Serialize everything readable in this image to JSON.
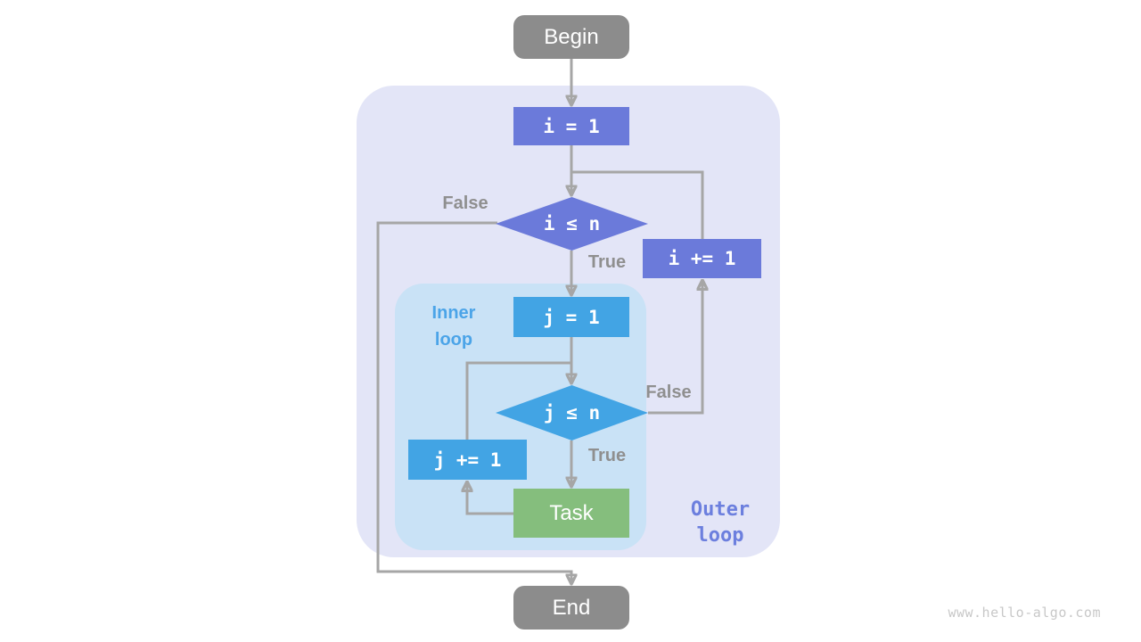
{
  "nodes": {
    "begin": {
      "label": "Begin",
      "color": "#8C8C8C"
    },
    "i_init": {
      "label": "i = 1",
      "color": "#6B7ADA"
    },
    "i_cond": {
      "label": "i ≤ n",
      "color": "#6B7ADA"
    },
    "i_inc": {
      "label": "i += 1",
      "color": "#6B7ADA"
    },
    "j_init": {
      "label": "j = 1",
      "color": "#42A4E4"
    },
    "j_cond": {
      "label": "j ≤ n",
      "color": "#42A4E4"
    },
    "j_inc": {
      "label": "j += 1",
      "color": "#42A4E4"
    },
    "task": {
      "label": "Task",
      "color": "#85BE7D"
    },
    "end": {
      "label": "End",
      "color": "#8C8C8C"
    }
  },
  "edge_labels": {
    "outer_false": "False",
    "outer_true": "True",
    "inner_false": "False",
    "inner_true": "True"
  },
  "regions": {
    "outer": {
      "label": "Outer\nloop",
      "color": "#E3E5F7",
      "label_color": "#6C7FDE"
    },
    "inner": {
      "label": "Inner\nloop",
      "color": "#C9E2F6",
      "label_color": "#4BA4E8"
    }
  },
  "colors": {
    "arrow": "#A6A6A6",
    "edge_label_text": "#8F8F8F",
    "node_text": "#FFFFFF",
    "watermark_text": "#C8C8C8"
  },
  "watermark": "www.hello-algo.com"
}
